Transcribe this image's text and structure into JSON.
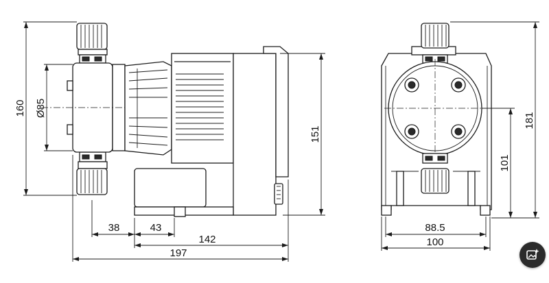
{
  "dimensions": {
    "height_overall": "160",
    "diameter": "Ø85",
    "height_right": "151",
    "dim_38": "38",
    "dim_43": "43",
    "dim_142": "142",
    "dim_197": "197",
    "height_181": "181",
    "height_101": "101",
    "width_885": "88.5",
    "width_100": "100"
  },
  "icons": {
    "floating_button": "image-sparkle-icon"
  }
}
